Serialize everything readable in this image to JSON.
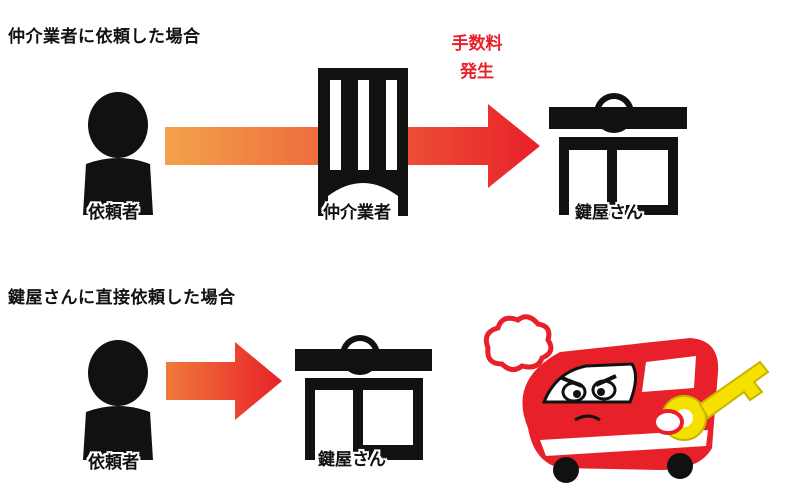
{
  "section1": {
    "heading": "仲介業者に依頼した場合",
    "client_label": "依頼者",
    "broker_label": "仲介業者",
    "fee_line1": "手数料",
    "fee_line2": "発生",
    "locksmith_label": "鍵屋さん"
  },
  "section2": {
    "heading": "鍵屋さんに直接依頼した場合",
    "client_label": "依頼者",
    "locksmith_label": "鍵屋さん"
  },
  "colors": {
    "arrow_start": "#f3a24b",
    "arrow_end": "#e8202a",
    "van_red": "#e8202a",
    "key_yellow": "#f5e000",
    "ink": "#111111"
  }
}
